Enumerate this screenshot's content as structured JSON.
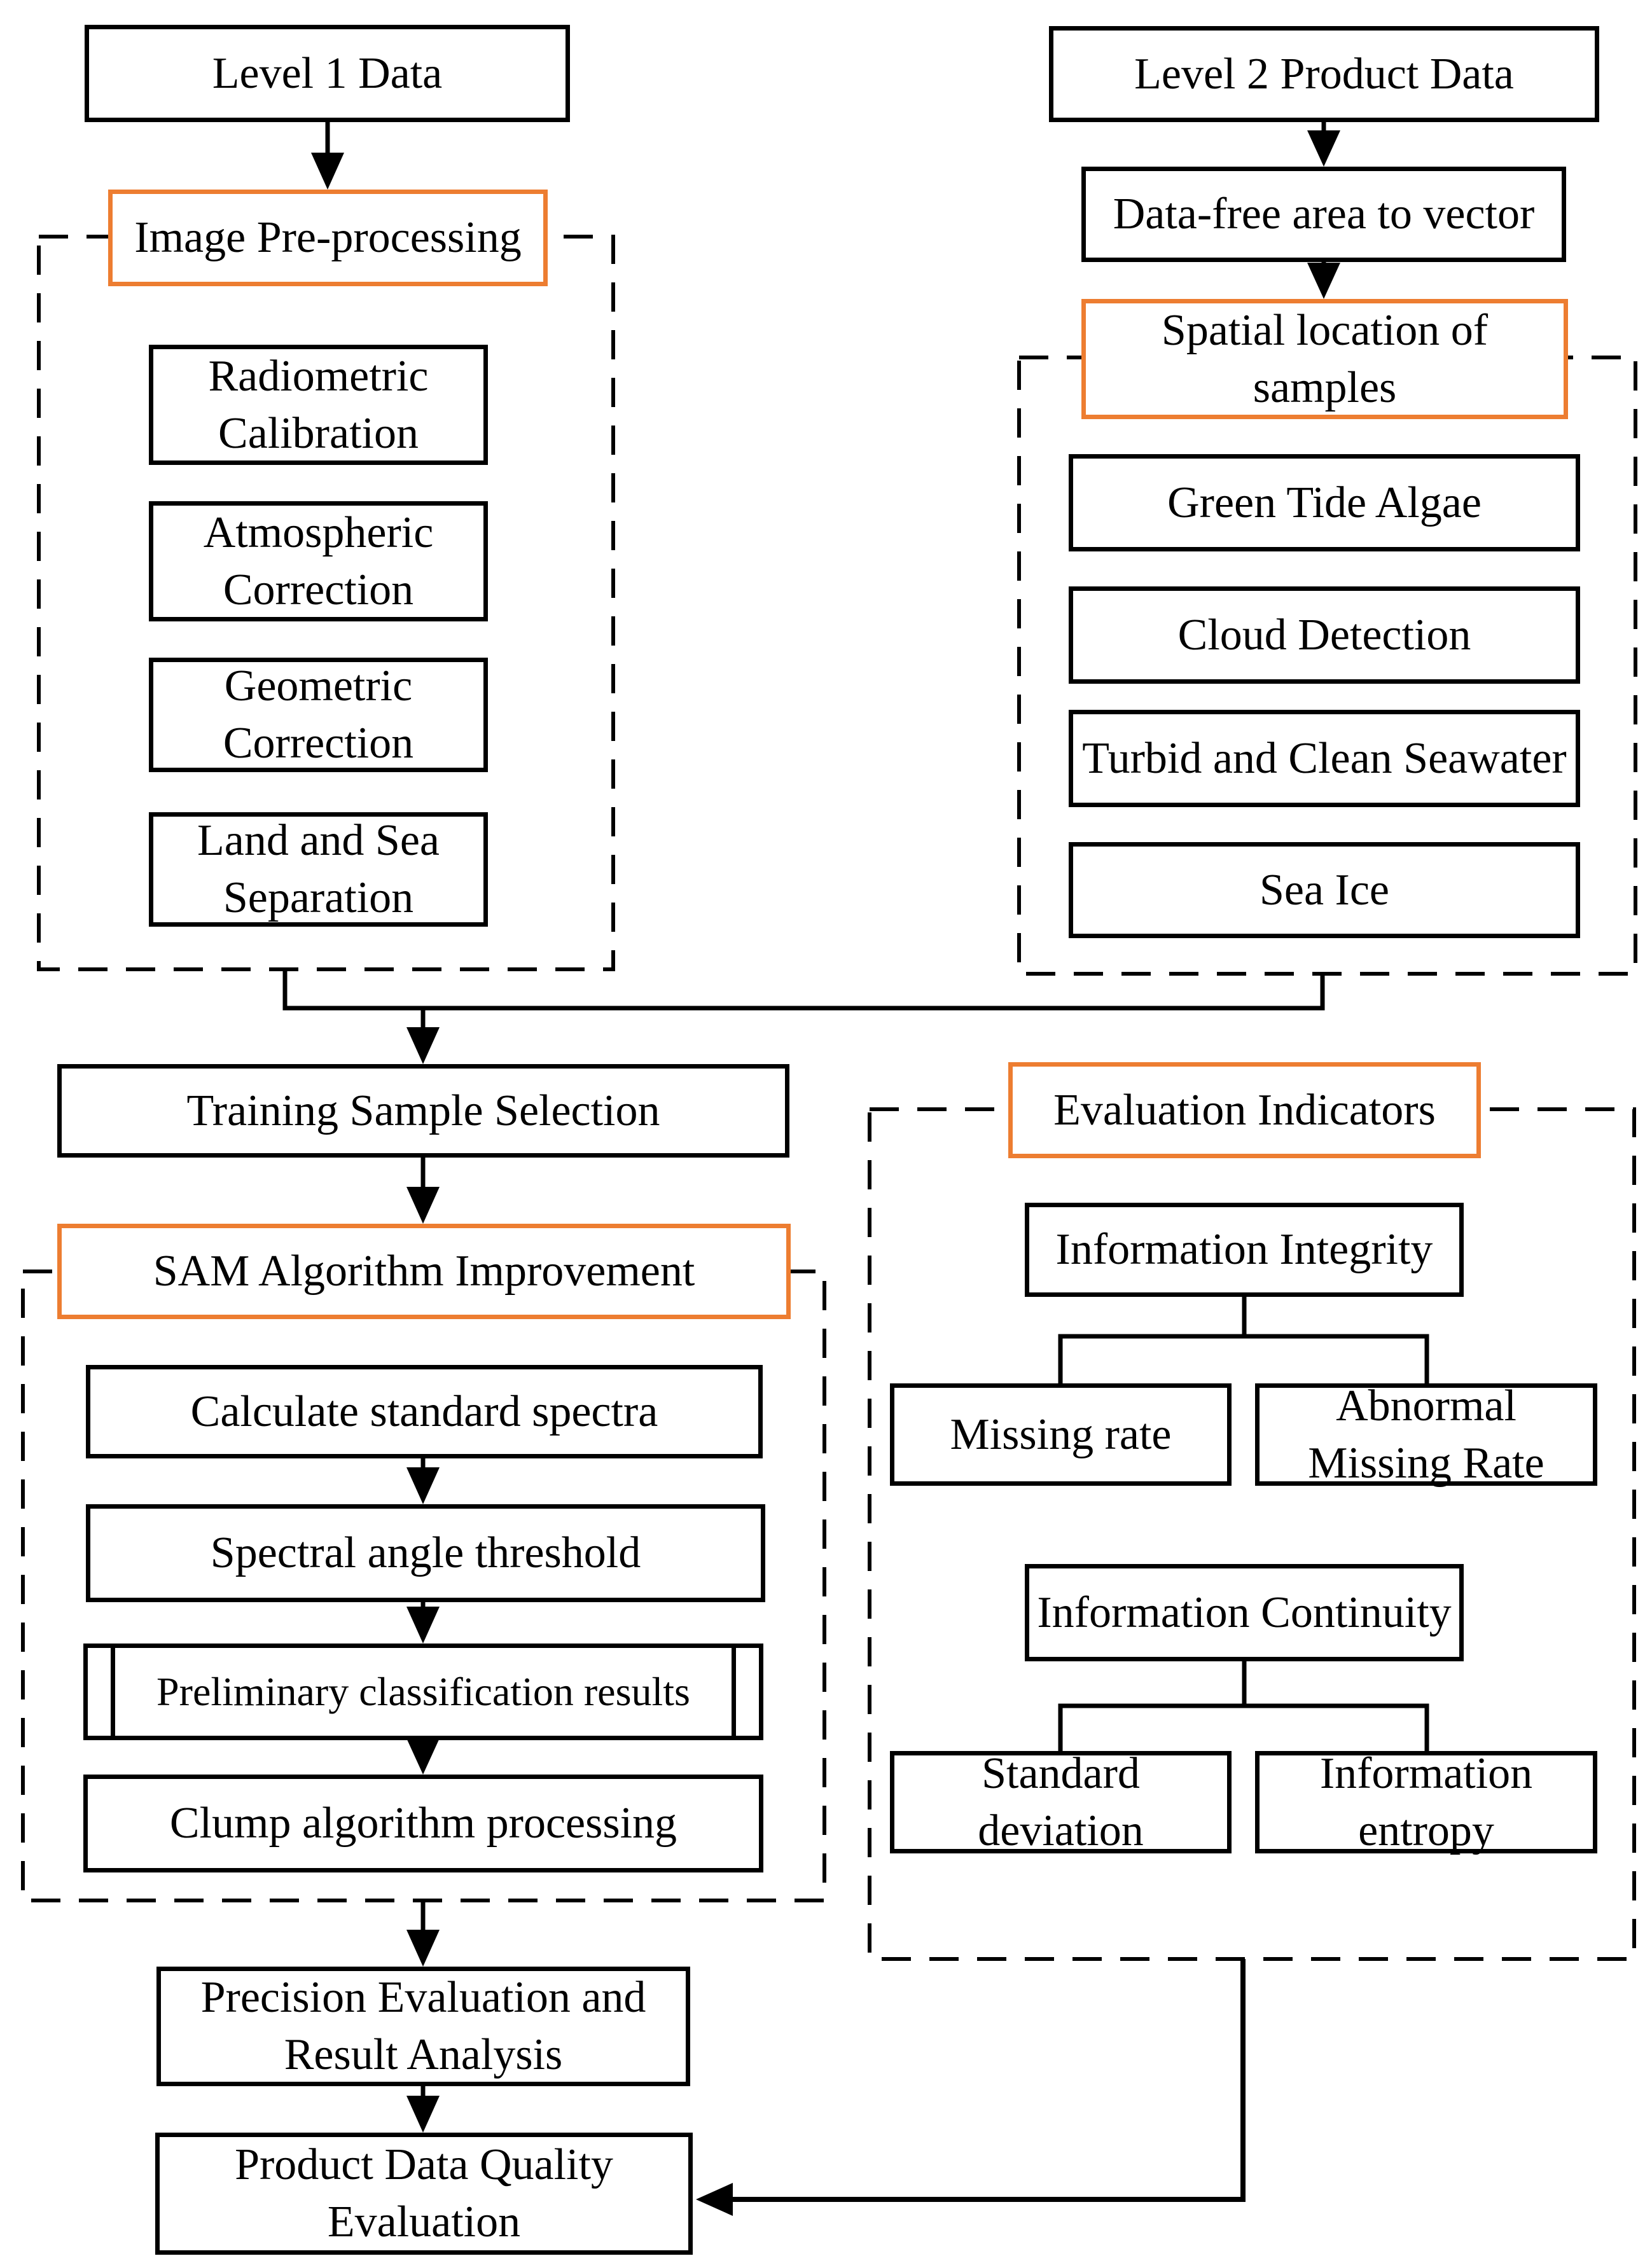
{
  "colors": {
    "accent_orange": "#ED7D31",
    "line_black": "#000000",
    "background": "#FFFFFF"
  },
  "nodes": {
    "level1_data": "Level 1 Data",
    "image_preprocessing": "Image Pre-processing",
    "radiometric_calibration": "Radiometric Calibration",
    "atmospheric_correction": "Atmospheric Correction",
    "geometric_correction": "Geometric Correction",
    "land_sea_separation": "Land and Sea Separation",
    "level2_product_data": "Level 2 Product Data",
    "data_free_area": "Data-free area to vector",
    "spatial_location": "Spatial location of samples",
    "green_tide_algae": "Green Tide Algae",
    "cloud_detection": "Cloud Detection",
    "turbid_clean_seawater": "Turbid and Clean Seawater",
    "sea_ice": "Sea Ice",
    "training_sample_selection": "Training Sample Selection",
    "sam_algorithm_improvement": "SAM Algorithm Improvement",
    "calculate_standard_spectra": "Calculate standard spectra",
    "spectral_angle_threshold": "Spectral angle threshold",
    "preliminary_classification": "Preliminary classification results",
    "clump_algorithm": "Clump algorithm processing",
    "evaluation_indicators": "Evaluation Indicators",
    "information_integrity": "Information Integrity",
    "missing_rate": "Missing rate",
    "abnormal_missing_rate": "Abnormal Missing Rate",
    "information_continuity": "Information Continuity",
    "standard_deviation": "Standard deviation",
    "information_entropy": "Information entropy",
    "precision_evaluation": "Precision Evaluation and Result Analysis",
    "product_data_quality": "Product Data Quality Evaluation"
  }
}
